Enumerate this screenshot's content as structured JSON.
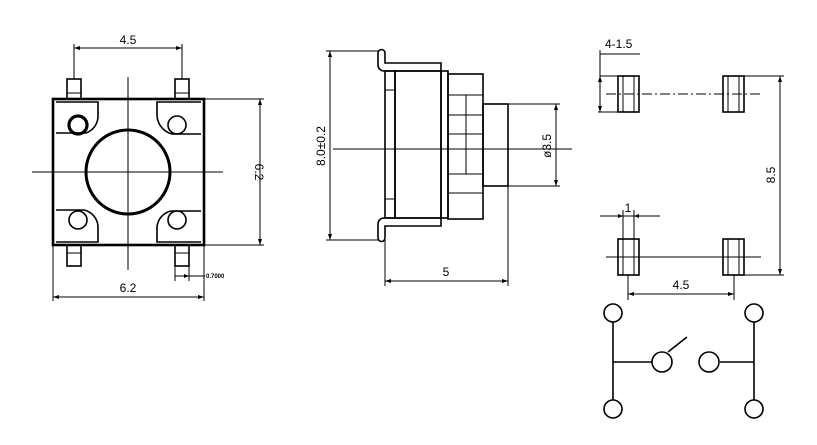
{
  "drawing": {
    "title": "",
    "top_view": {
      "dims": {
        "top_pitch": "4.5",
        "height": "6.2",
        "width": "6.2",
        "lead_thickness": "0.7000"
      }
    },
    "side_view": {
      "dims": {
        "height": "8.0±0.2",
        "button_diameter": "ø3.5",
        "depth": "5"
      }
    },
    "pad_layout": {
      "dims": {
        "pad_size": "4-1.5",
        "row_spacing": "8.5",
        "pad_width": "1",
        "pad_pitch": "4.5"
      }
    },
    "schematic": {
      "symbol": "tactile-switch",
      "terminals": 4
    }
  }
}
